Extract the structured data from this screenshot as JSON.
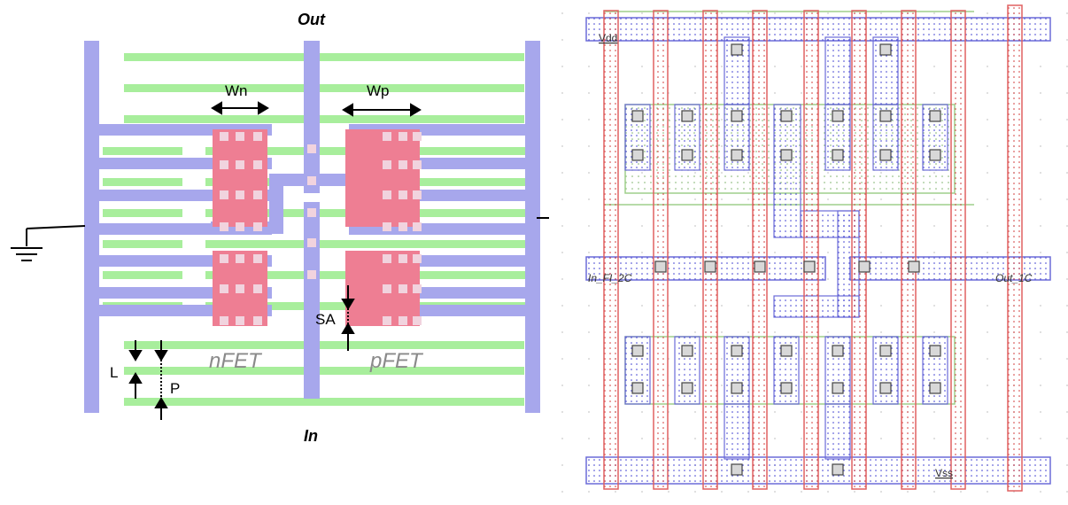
{
  "left_diagram": {
    "labels": {
      "out": "Out",
      "in": "In",
      "wn": "Wn",
      "wp": "Wp",
      "nfet": "nFET",
      "pfet": "pFET",
      "sa": "SA",
      "l": "L",
      "p": "P"
    },
    "colors": {
      "metal": "#a7a7ec",
      "gate": "#a8ee9c",
      "pdiff": "#ee7e93",
      "contact": "#f1d3de"
    },
    "symbols": [
      "ground-symbol",
      "arrow-icon"
    ]
  },
  "right_layout": {
    "labels": {
      "vdd": "Vdd",
      "vss": "Vss",
      "in": "In_FI_2C",
      "out": "Out_1C"
    },
    "colors": {
      "poly": "#e06060",
      "metal": "#6b6bd8",
      "contact": "#8a8a8a",
      "diff": "#9fcf8c",
      "grid": "#c9c9c9"
    }
  }
}
